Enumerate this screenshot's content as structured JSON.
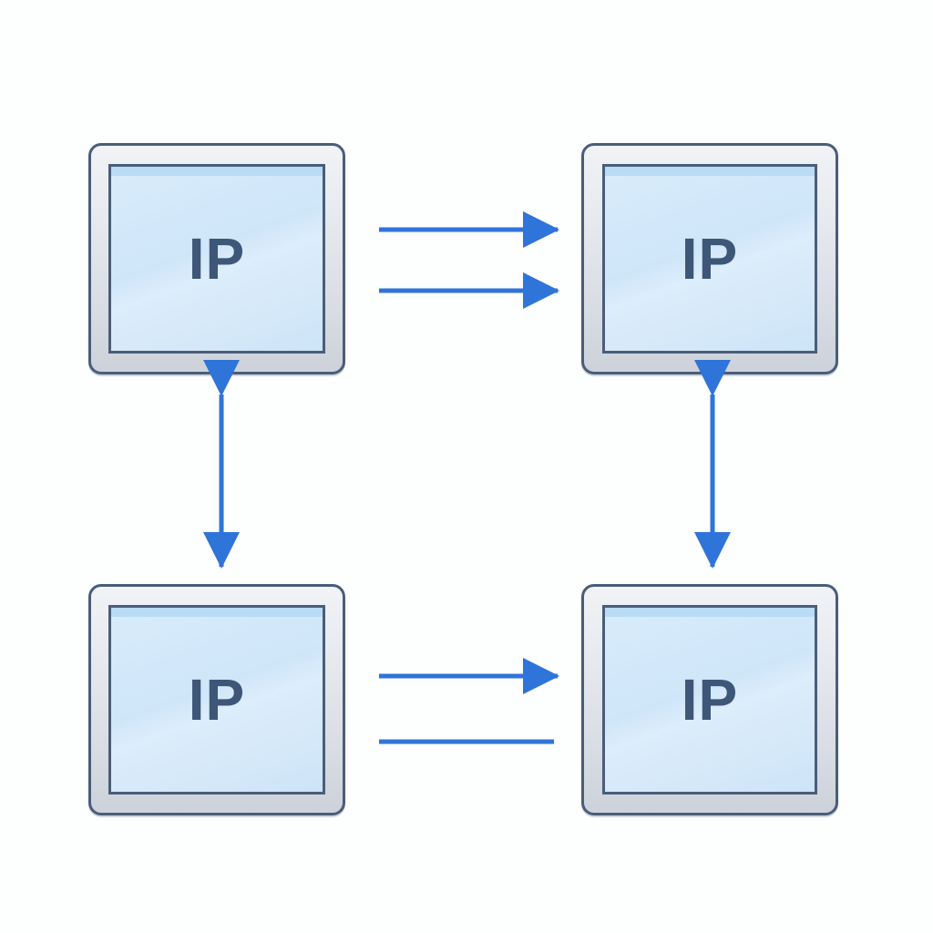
{
  "nodes": [
    {
      "id": "top-left",
      "label": "IP"
    },
    {
      "id": "top-right",
      "label": "IP"
    },
    {
      "id": "bottom-left",
      "label": "IP"
    },
    {
      "id": "bottom-right",
      "label": "IP"
    }
  ],
  "colors": {
    "arrow": "#2f74d8",
    "frame_border": "#4a5d7a",
    "screen_fill": "#d4eafb",
    "label_text": "#3e5677"
  }
}
